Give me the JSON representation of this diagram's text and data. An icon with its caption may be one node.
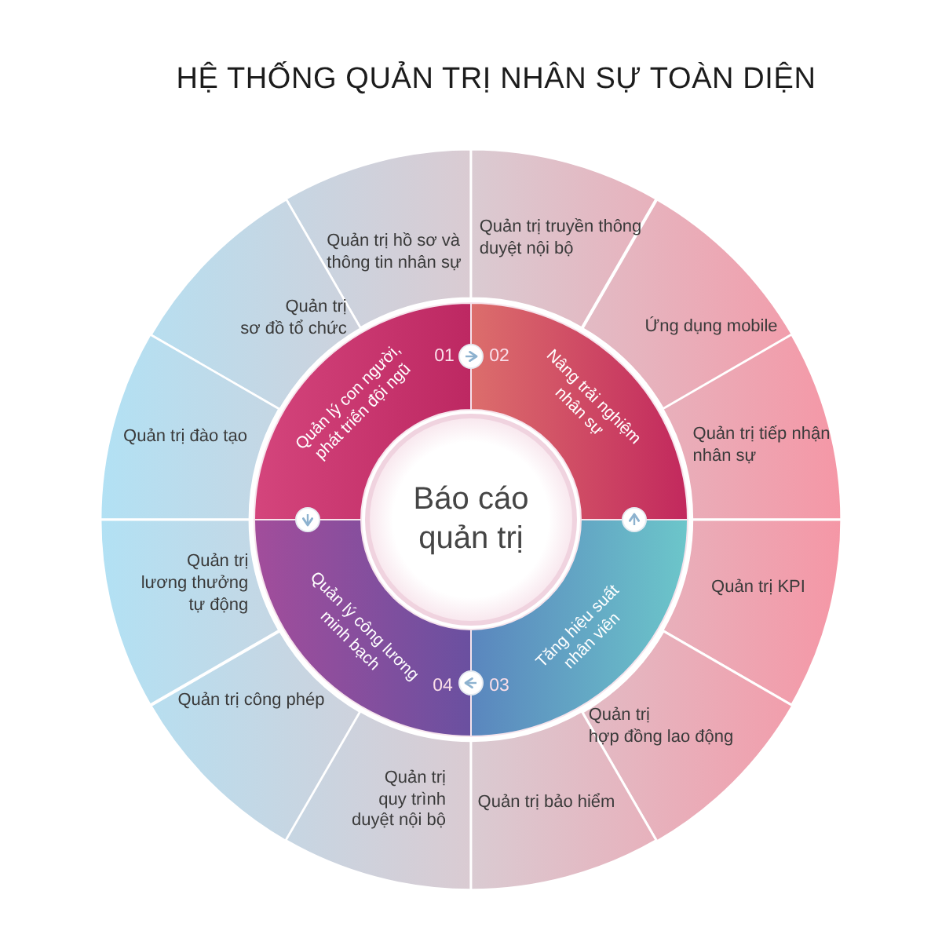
{
  "diagram": {
    "title": "HỆ THỐNG QUẢN TRỊ NHÂN SỰ TOÀN DIỆN",
    "nodes": [
      {
        "text": [
          "Báo cáo quản trị"
        ]
      },
      {
        "text": [
          "01",
          "Quản lý con người, phát triển đội ngũ"
        ]
      },
      {
        "text": [
          "02",
          "Nâng trải nghiệm nhân sự"
        ]
      },
      {
        "text": [
          "03",
          "Tăng hiệu suất nhân viên"
        ]
      },
      {
        "text": [
          "04",
          "Quản lý công lương minh bạch"
        ]
      },
      {
        "text": [
          "Quản trị hồ sơ và thông tin nhân sự"
        ]
      },
      {
        "text": [
          "Quản trị truyền thông duyệt nội bộ"
        ]
      },
      {
        "text": [
          "Quản trị sơ đồ tổ chức"
        ]
      },
      {
        "text": [
          "Ứng dụng mobile"
        ]
      },
      {
        "text": [
          "Quản trị đào tạo"
        ]
      },
      {
        "text": [
          "Quản trị tiếp nhận nhân sự"
        ]
      },
      {
        "text": [
          "Quản trị lương thưởng tự động"
        ]
      },
      {
        "text": [
          "Quản trị KPI"
        ]
      },
      {
        "text": [
          "Quản trị công phép"
        ]
      },
      {
        "text": [
          "Quản trị hợp đồng lao động"
        ]
      },
      {
        "text": [
          "Quản trị quy trình duyệt nội bộ"
        ]
      },
      {
        "text": [
          "Quản trị bảo hiểm"
        ]
      }
    ],
    "edges": [
      {
        "from": 1,
        "to": 2,
        "arrow": "to"
      },
      {
        "from": 3,
        "to": 2,
        "arrow": "to"
      },
      {
        "from": 3,
        "to": 4,
        "arrow": "to"
      },
      {
        "from": 1,
        "to": 4,
        "arrow": "to"
      }
    ]
  }
}
